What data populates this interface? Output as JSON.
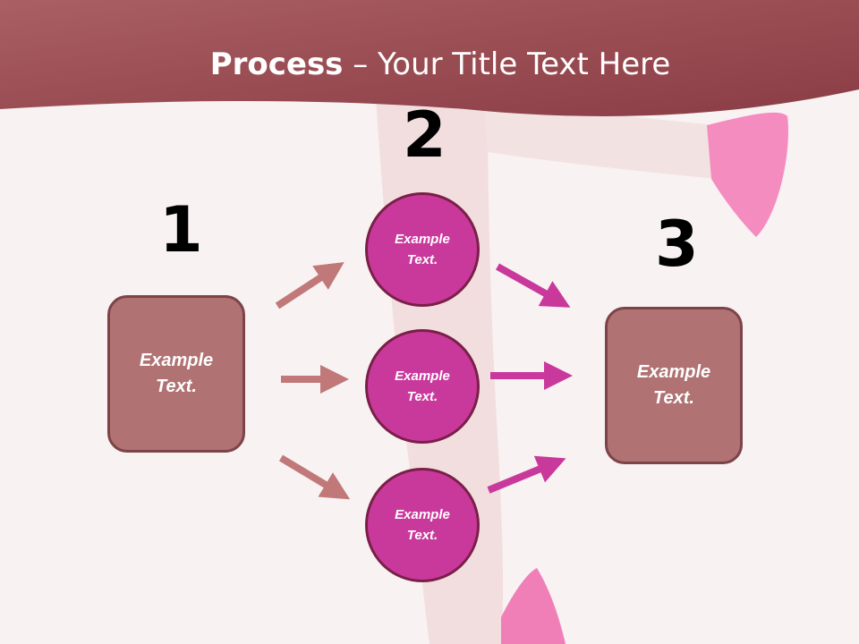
{
  "title": {
    "bold": "Process",
    "rest": " – Your Title Text Here"
  },
  "steps": {
    "one": "1",
    "two": "2",
    "three": "3"
  },
  "boxes": {
    "left": "Example\nText.",
    "right": "Example\nText."
  },
  "circles": {
    "top": "Example\nText.",
    "middle": "Example\nText.",
    "bottom": "Example\nText."
  },
  "colors": {
    "header": "#9c4f55",
    "box": "#b07272",
    "circle": "#c9399c",
    "arrow_left": "#c07878",
    "arrow_right": "#c9399c"
  }
}
